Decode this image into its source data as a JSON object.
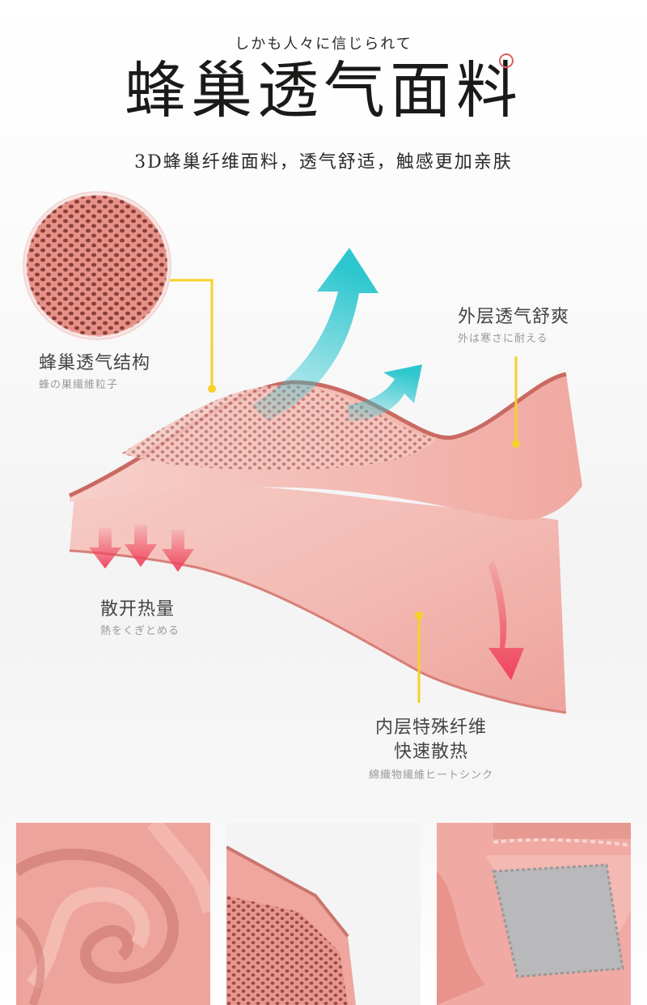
{
  "header": {
    "kicker": "しかも人々に信じられて",
    "title": "蜂巢透气面料",
    "subtitle": "3D蜂巢纤维面料，透气舒适，触感更加亲肤"
  },
  "labels": {
    "honeycomb": {
      "main": "蜂巢透气结构",
      "sub": "蜂の巣繊維粒子"
    },
    "outer": {
      "main": "外层透气舒爽",
      "sub": "外は寒さに耐える"
    },
    "heat": {
      "main": "散开热量",
      "sub": "熱をくぎとめる"
    },
    "inner": {
      "main_line1": "内层特殊纤维",
      "main_line2": "快速散热",
      "sub": "綿織物繊維ヒートシンク"
    }
  },
  "colors": {
    "fabric_pink": "#f0aaa3",
    "fabric_edge": "#c96a62",
    "arrow_teal": "#2fc7cf",
    "arrow_red": "#f0445e",
    "callout_yellow": "#f5d12a",
    "gusset_gray": "#b9b9bb"
  },
  "icons": [
    "up-arrow-icon",
    "right-arrow-icon",
    "down-arrow-icon"
  ]
}
